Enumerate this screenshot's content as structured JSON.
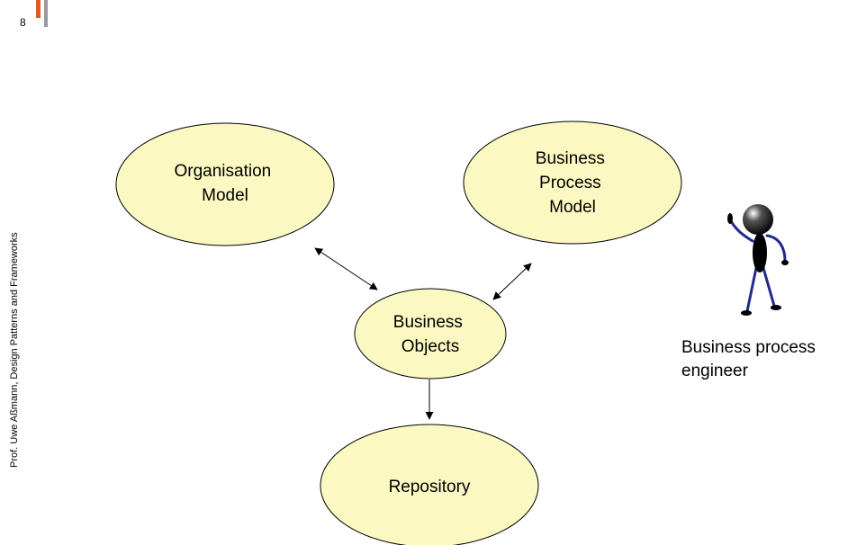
{
  "slide": {
    "number": "8"
  },
  "footer": {
    "author_line": "Prof. Uwe Aßmann, Design Patterns and Frameworks"
  },
  "diagram": {
    "nodes": {
      "organisation_model": [
        "Organisation",
        "Model"
      ],
      "business_process_model": [
        "Business",
        "Process",
        "Model"
      ],
      "business_objects": [
        "Business",
        "Objects"
      ],
      "repository": [
        "Repository"
      ]
    },
    "edges": [
      {
        "from": "organisation_model",
        "to": "business_objects",
        "style": "bidirectional"
      },
      {
        "from": "business_process_model",
        "to": "business_objects",
        "style": "bidirectional"
      },
      {
        "from": "business_objects",
        "to": "repository",
        "style": "directed"
      }
    ],
    "actor": {
      "icon": "stick-figure-icon",
      "label_lines": [
        "Business process",
        "engineer"
      ]
    }
  },
  "colors": {
    "node_fill": "#fbf8c2",
    "accent_orange": "#e0592a",
    "accent_gray": "#9a9a9a",
    "figure_blue": "#1f2a8c"
  }
}
